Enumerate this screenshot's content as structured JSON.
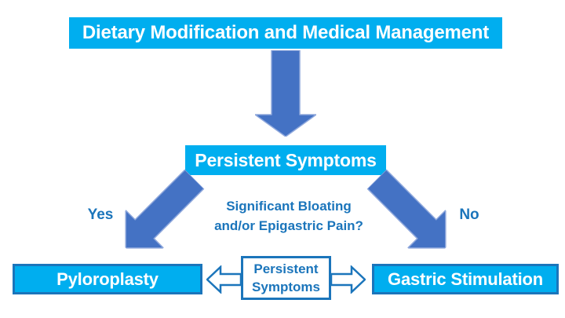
{
  "diagram": {
    "type": "flowchart",
    "nodes": {
      "top": {
        "label": "Dietary Modification and Medical Management"
      },
      "middle": {
        "label": "Persistent Symptoms"
      },
      "bottom_left": {
        "label": "Pyloroplasty"
      },
      "bottom_right": {
        "label": "Gastric Stimulation"
      },
      "center": {
        "line1": "Persistent",
        "line2": "Symptoms"
      }
    },
    "edge_labels": {
      "yes": "Yes",
      "no": "No",
      "question_line1": "Significant Bloating",
      "question_line2": "and/or Epigastric Pain?"
    },
    "colors": {
      "node_fill": "#00AEEF",
      "node_border": "#1B75BB",
      "solid_arrow_fill": "#4472C4",
      "solid_arrow_edge": "#8FA8DC",
      "label_text": "#1B75BB",
      "node_text": "#FFFFFF",
      "background": "#FFFFFF"
    }
  }
}
